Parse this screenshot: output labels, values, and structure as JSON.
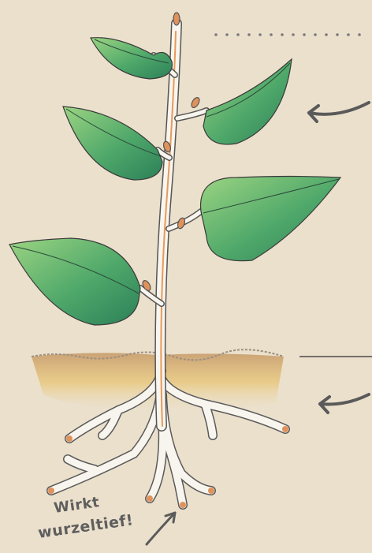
{
  "note": {
    "line1": "Wirkt",
    "line2": "wurzeltief!"
  },
  "colors": {
    "background": "#ebe0cc",
    "leaf_light": "#8fcf78",
    "leaf_dark": "#2f8a5c",
    "stem": "#f8f5ee",
    "stem_outline": "#555555",
    "stem_core": "#e89a5a",
    "bud": "#e0925c",
    "soil": "#d9b77a",
    "arrow": "#5a5a5a"
  },
  "icons": [
    "curved-arrow-icon",
    "dotted-line",
    "soil-line"
  ]
}
